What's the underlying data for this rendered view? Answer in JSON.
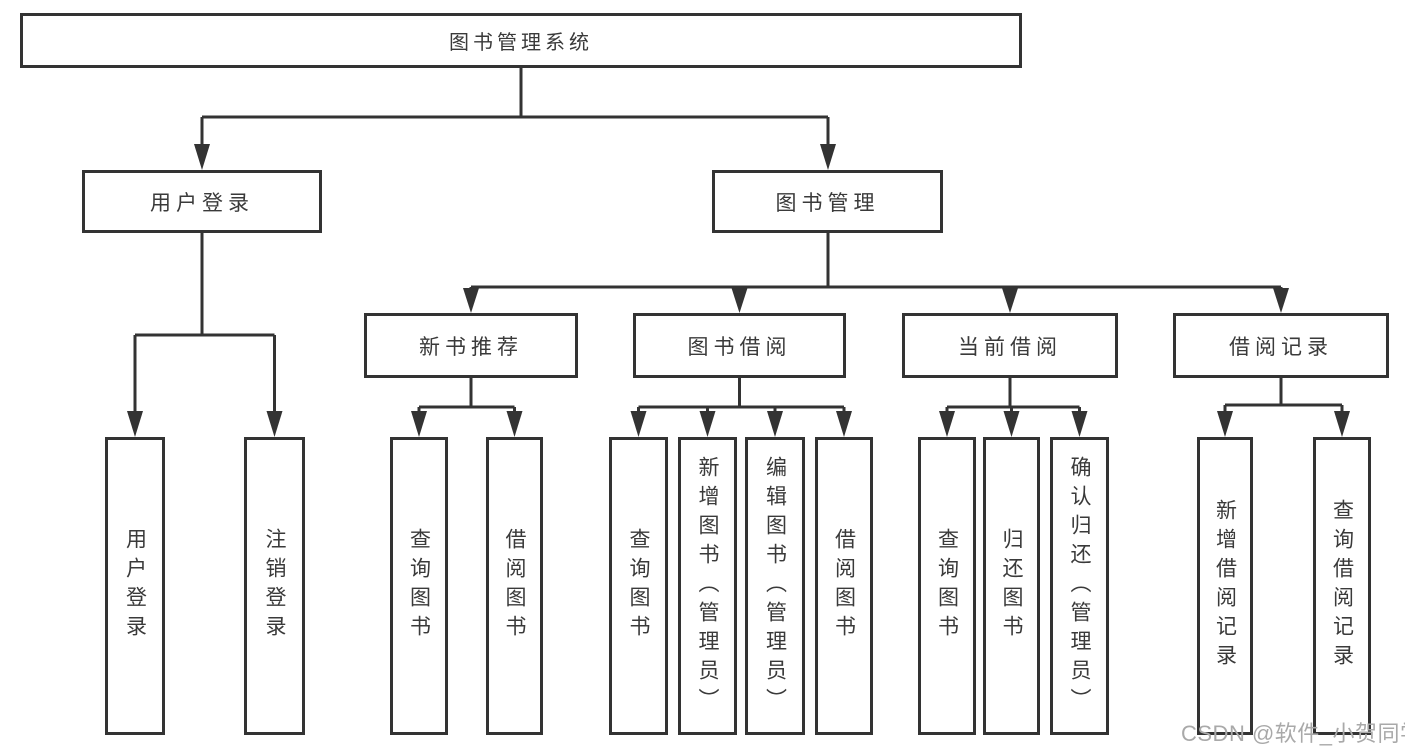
{
  "diagram": {
    "root": {
      "label": "图书管理系统"
    },
    "branches": [
      {
        "label": "用户登录",
        "children": [
          {
            "label": "用户登录"
          },
          {
            "label": "注销登录"
          }
        ]
      },
      {
        "label": "图书管理",
        "children": [
          {
            "label": "新书推荐",
            "children": [
              {
                "label": "查询图书"
              },
              {
                "label": "借阅图书"
              }
            ]
          },
          {
            "label": "图书借阅",
            "children": [
              {
                "label": "查询图书"
              },
              {
                "label": "新增图书（管理员）"
              },
              {
                "label": "编辑图书（管理员）"
              },
              {
                "label": "借阅图书"
              }
            ]
          },
          {
            "label": "当前借阅",
            "children": [
              {
                "label": "查询图书"
              },
              {
                "label": "归还图书"
              },
              {
                "label": "确认归还（管理员）"
              }
            ]
          },
          {
            "label": "借阅记录",
            "children": [
              {
                "label": "新增借阅记录"
              },
              {
                "label": "查询借阅记录"
              }
            ]
          }
        ]
      }
    ],
    "colors": {
      "line": "#333333",
      "text": "#3a3a3a",
      "background": "#ffffff",
      "watermark": "#a9a9a9"
    }
  },
  "watermark": {
    "text": "CSDN @软件_小贺同学"
  }
}
